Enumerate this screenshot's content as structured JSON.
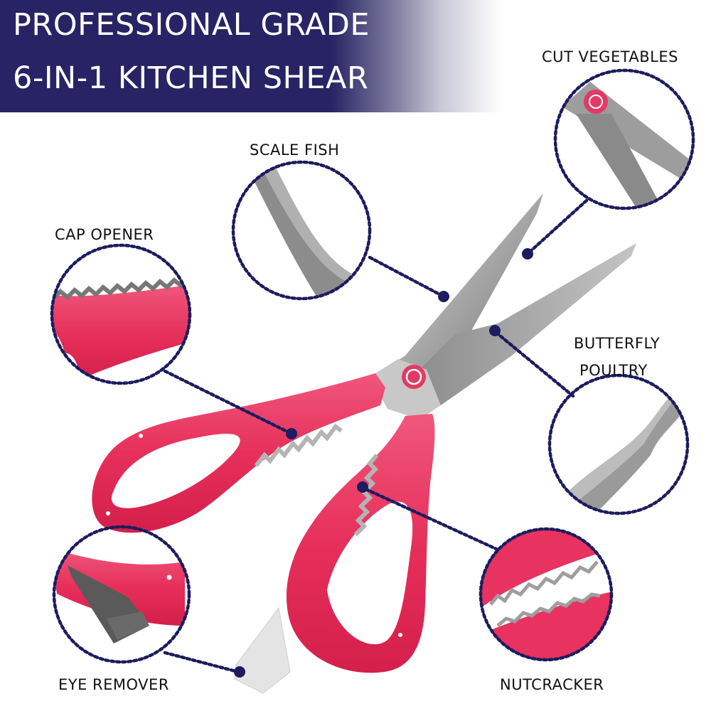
{
  "banner": {
    "line1": "PROFESSIONAL GRADE",
    "line2": "6-IN-1 KITCHEN SHEAR",
    "bg_color": "#272364",
    "text_color": "#ffffff"
  },
  "features": [
    {
      "id": "cut-vegetables",
      "label": "CUT VEGETABLES"
    },
    {
      "id": "scale-fish",
      "label": "SCALE FISH"
    },
    {
      "id": "cap-opener",
      "label": "CAP OPENER"
    },
    {
      "id": "butterfly-poultry",
      "label_line1": "BUTTERFLY",
      "label_line2": "POULTRY"
    },
    {
      "id": "eye-remover",
      "label": "EYE REMOVER"
    },
    {
      "id": "nutcracker",
      "label": "NUTCRACKER"
    }
  ],
  "colors": {
    "callout_navy": "#1c1c5e",
    "handle_pink": "#e8325f",
    "blade_steel": "#9a9a9a"
  }
}
